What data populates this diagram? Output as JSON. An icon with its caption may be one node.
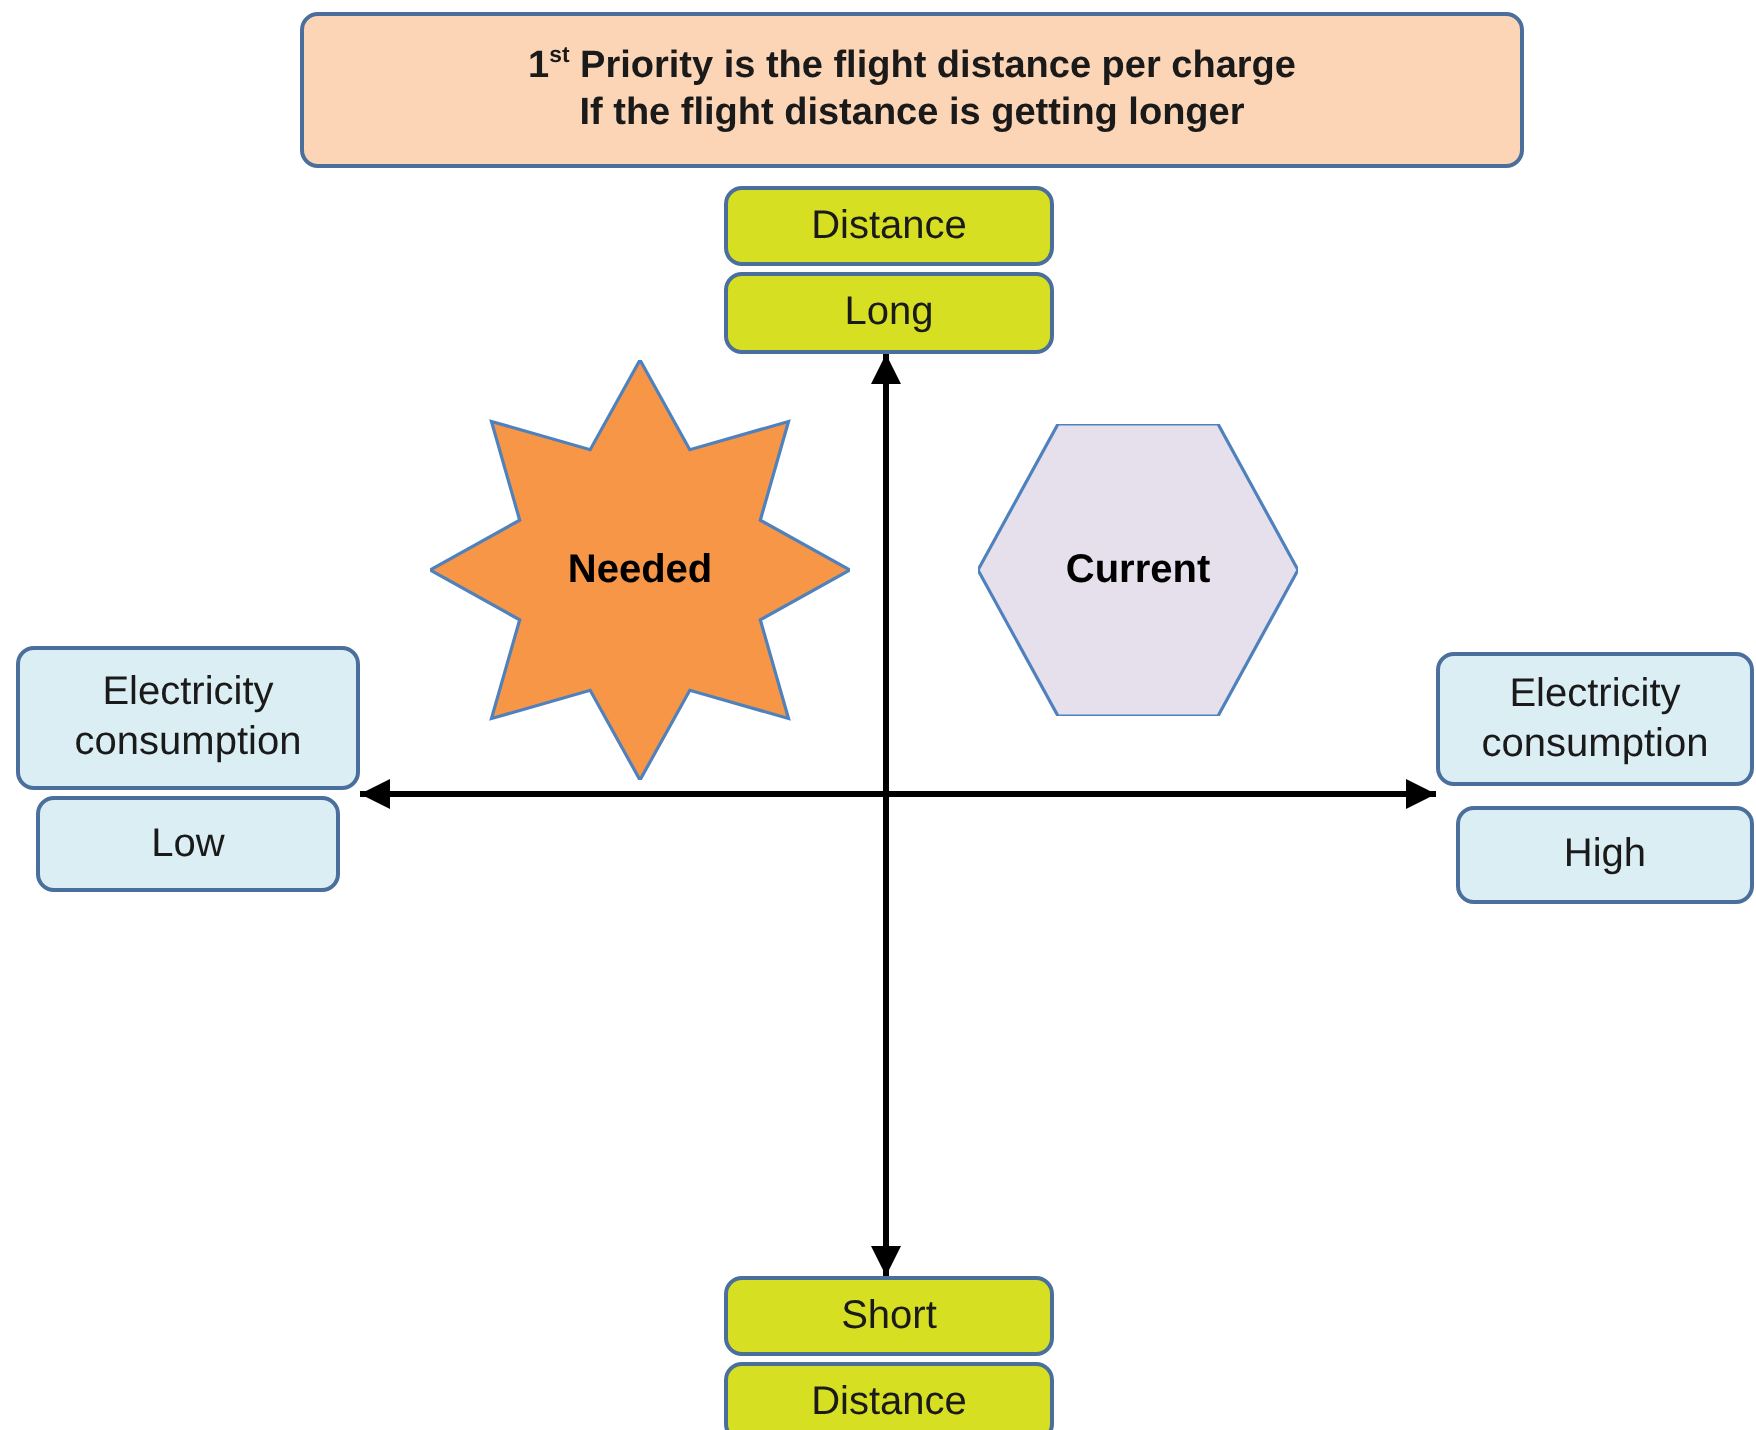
{
  "diagram": {
    "nodes": [
      {
        "text": [
          "1$^{st}$ Priority  is the flight distance per charge",
          "If the flight distance is getting longer"
        ]
      },
      {
        "text": [
          "Distance"
        ]
      },
      {
        "text": [
          "Long"
        ]
      },
      {
        "text": [
          "Needed"
        ]
      },
      {
        "text": [
          "Current"
        ]
      },
      {
        "text": [
          "Electricity consumption"
        ]
      },
      {
        "text": [
          "Low"
        ]
      },
      {
        "text": [
          "Electricity consumption"
        ]
      },
      {
        "text": [
          "High"
        ]
      },
      {
        "text": [
          "Short"
        ]
      },
      {
        "text": [
          "Distance"
        ]
      }
    ],
    "edges": [
      {
        "from": 2,
        "to": 9,
        "arrow": "both"
      },
      {
        "from": 5,
        "to": 7,
        "arrow": "both"
      }
    ]
  }
}
